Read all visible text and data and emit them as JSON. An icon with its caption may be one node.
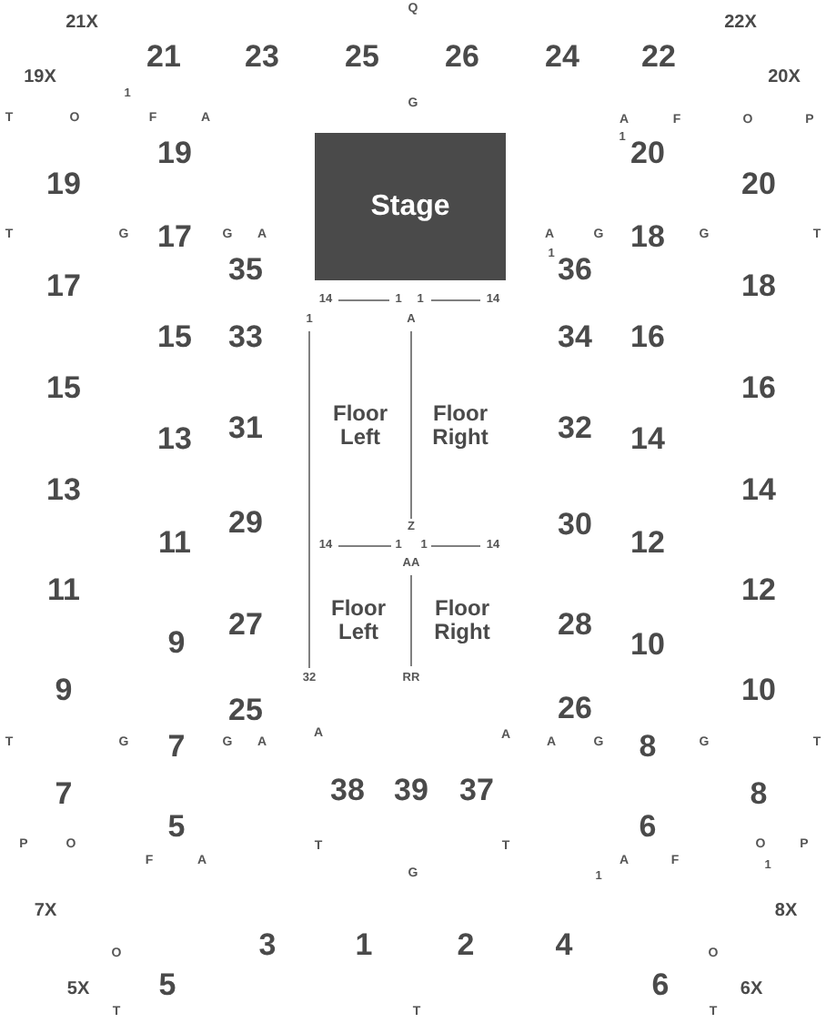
{
  "diagram": {
    "nodes": [
      {
        "text": [
          "Stage"
        ]
      }
    ],
    "labels": [
      "Q",
      "21X",
      "22X",
      "21",
      "23",
      "25",
      "26",
      "24",
      "22",
      "19X",
      "20X",
      "1",
      "G",
      "T",
      "O",
      "F",
      "A",
      "A",
      "F",
      "O",
      "P",
      "1",
      "19",
      "20",
      "19",
      "20",
      "T",
      "G",
      "17",
      "G",
      "A",
      "A",
      "G",
      "18",
      "G",
      "T",
      "1",
      "35",
      "36",
      "17",
      "18",
      "14",
      "1",
      "1",
      "14",
      "1",
      "A",
      "15",
      "33",
      "34",
      "16",
      "15",
      "16",
      "Floor Left",
      "Floor Right",
      "31",
      "32",
      "13",
      "14",
      "13",
      "14",
      "29",
      "30",
      "Z",
      "11",
      "14",
      "1",
      "1",
      "14",
      "12",
      "AA",
      "11",
      "12",
      "Floor Left",
      "Floor Right",
      "27",
      "28",
      "9",
      "10",
      "32",
      "RR",
      "9",
      "10",
      "25",
      "26",
      "A",
      "A",
      "T",
      "G",
      "7",
      "G",
      "A",
      "A",
      "G",
      "8",
      "G",
      "T",
      "7",
      "38",
      "39",
      "37",
      "8",
      "5",
      "6",
      "P",
      "O",
      "T",
      "T",
      "O",
      "P",
      "F",
      "A",
      "A",
      "F",
      "1",
      "G",
      "1",
      "7X",
      "8X",
      "3",
      "1",
      "2",
      "4",
      "O",
      "O",
      "5",
      "6",
      "5X",
      "6X",
      "T",
      "T",
      "T"
    ]
  }
}
